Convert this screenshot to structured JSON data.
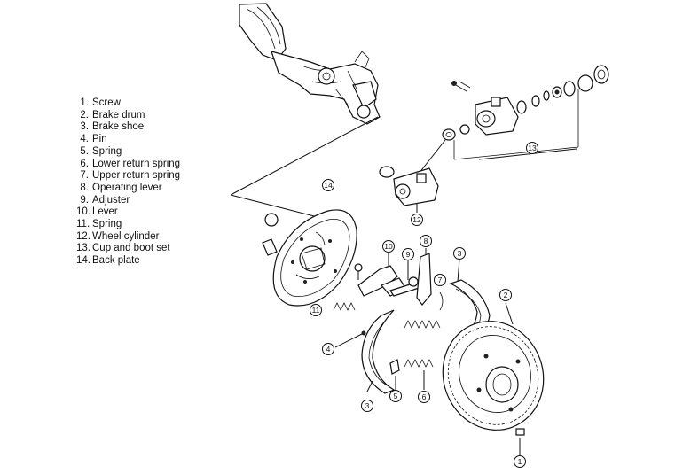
{
  "legend": [
    {
      "num": "1.",
      "label": "Screw"
    },
    {
      "num": "2.",
      "label": "Brake drum"
    },
    {
      "num": "3.",
      "label": "Brake shoe"
    },
    {
      "num": "4.",
      "label": "Pin"
    },
    {
      "num": "5.",
      "label": "Spring"
    },
    {
      "num": "6.",
      "label": "Lower return spring"
    },
    {
      "num": "7.",
      "label": "Upper return spring"
    },
    {
      "num": "8.",
      "label": "Operating lever"
    },
    {
      "num": "9.",
      "label": "Adjuster"
    },
    {
      "num": "10.",
      "label": "Lever"
    },
    {
      "num": "11.",
      "label": "Spring"
    },
    {
      "num": "12.",
      "label": "Wheel cylinder"
    },
    {
      "num": "13.",
      "label": "Cup and boot set"
    },
    {
      "num": "14.",
      "label": "Back plate"
    }
  ],
  "callouts": {
    "c1": "1",
    "c2": "2",
    "c3a": "3",
    "c3b": "3",
    "c4": "4",
    "c5": "5",
    "c6": "6",
    "c7": "7",
    "c8": "8",
    "c9": "9",
    "c10": "10",
    "c11": "11",
    "c12": "12",
    "c13": "13",
    "c14": "14"
  }
}
